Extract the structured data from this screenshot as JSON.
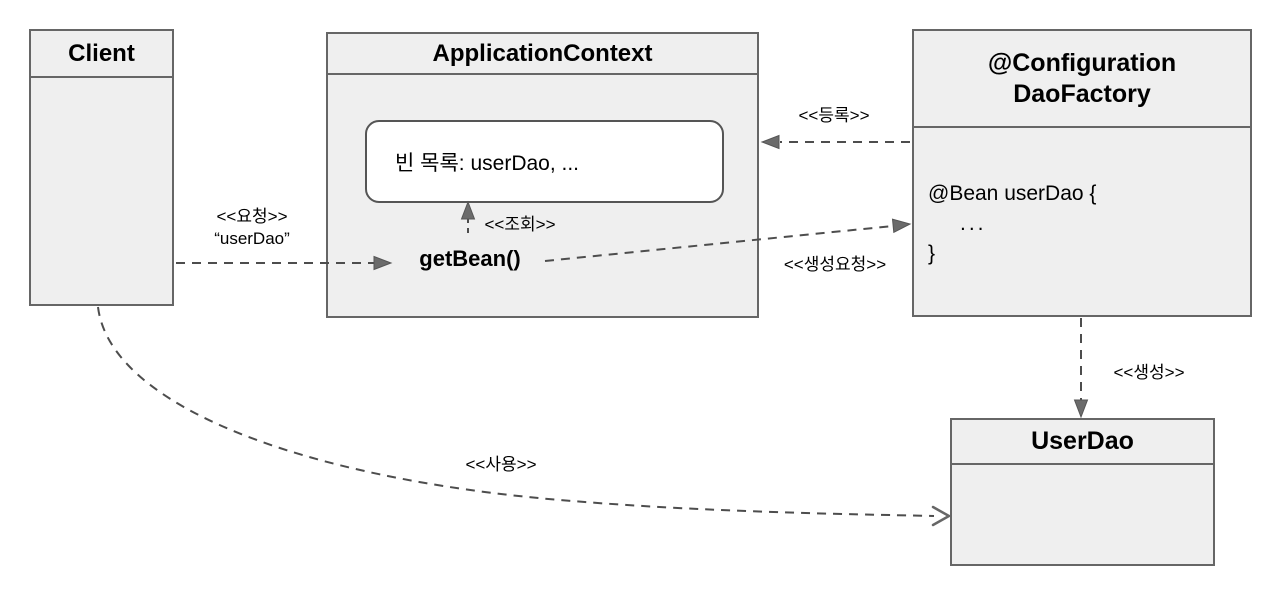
{
  "nodes": {
    "client": {
      "title": "Client"
    },
    "application_context": {
      "title": "ApplicationContext",
      "bean_list": "빈 목록: userDao, ...",
      "method": "getBean()"
    },
    "dao_factory": {
      "title_line1": "@Configuration",
      "title_line2": "DaoFactory",
      "code_line1": "@Bean userDao {",
      "code_line2": "...",
      "code_line3": "}"
    },
    "user_dao": {
      "title": "UserDao"
    }
  },
  "edges": {
    "request": {
      "label_line1": "<<요청>>",
      "label_line2": "“userDao”"
    },
    "lookup": {
      "label": "<<조회>>"
    },
    "register": {
      "label": "<<등록>>"
    },
    "create_request": {
      "label": "<<생성요청>>"
    },
    "create": {
      "label": "<<생성>>"
    },
    "use": {
      "label": "<<사용>>"
    }
  },
  "colors": {
    "background": "#ffffff",
    "box_fill": "#efefef",
    "box_border": "#666666",
    "inner_box_fill": "#ffffff",
    "dashed_line": "#4d4d4d",
    "arrowhead": "#6b6b6b",
    "text": "#000000"
  }
}
